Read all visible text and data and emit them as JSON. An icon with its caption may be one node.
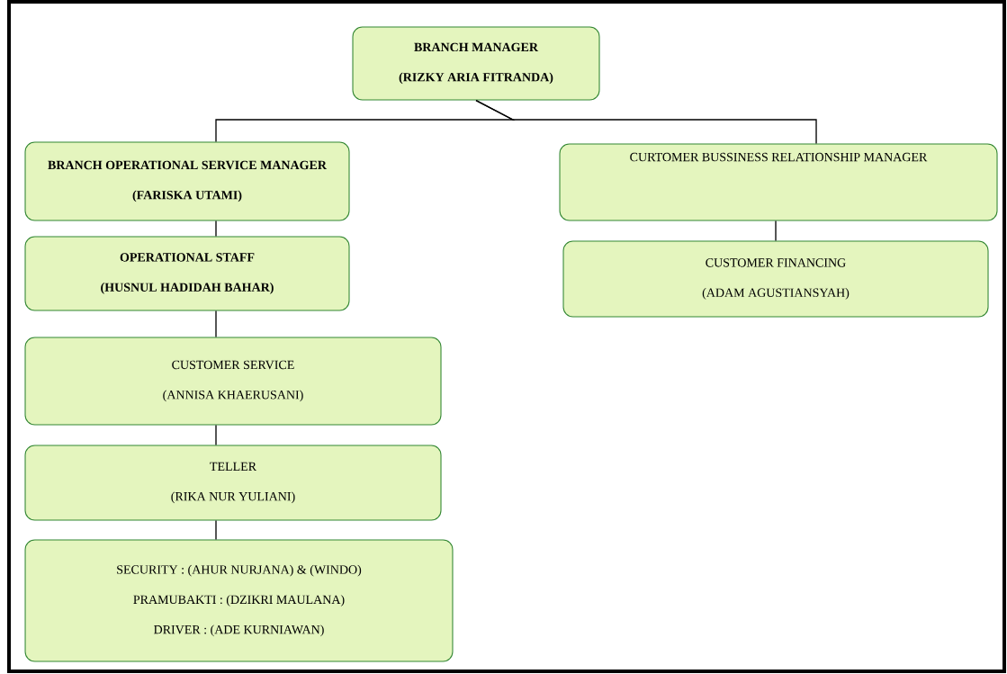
{
  "diagram": {
    "nodes": [
      {
        "text": [
          "BRANCH MANAGER",
          "(RIZKY ARIA FITRANDA)"
        ]
      },
      {
        "text": [
          "BRANCH OPERATIONAL SERVICE MANAGER",
          "(FARISKA UTAMI)"
        ]
      },
      {
        "text": [
          "CURTOMER BUSSINESS RELATIONSHIP MANAGER"
        ]
      },
      {
        "text": [
          "OPERATIONAL STAFF",
          "(HUSNUL HADIDAH BAHAR)"
        ]
      },
      {
        "text": [
          "CUSTOMER FINANCING",
          "(ADAM AGUSTIANSYAH)"
        ]
      },
      {
        "text": [
          "CUSTOMER SERVICE",
          "(ANNISA KHAERUSANI)"
        ]
      },
      {
        "text": [
          "TELLER",
          "(RIKA NUR YULIANI)"
        ]
      },
      {
        "text": [
          "SECURITY : (AHUR NURJANA) & (WINDO)",
          "PRAMUBAKTI : (DZIKRI MAULANA)",
          "DRIVER : (ADE KURNIAWAN)"
        ]
      }
    ],
    "edges": [
      {
        "from": 0,
        "to": 1,
        "arrow": "none"
      },
      {
        "from": 0,
        "to": 2,
        "arrow": "none"
      },
      {
        "from": 1,
        "to": 3,
        "arrow": "none"
      },
      {
        "from": 2,
        "to": 4,
        "arrow": "none"
      },
      {
        "from": 3,
        "to": 5,
        "arrow": "none"
      },
      {
        "from": 5,
        "to": 6,
        "arrow": "none"
      },
      {
        "from": 6,
        "to": 7,
        "arrow": "none"
      }
    ]
  }
}
